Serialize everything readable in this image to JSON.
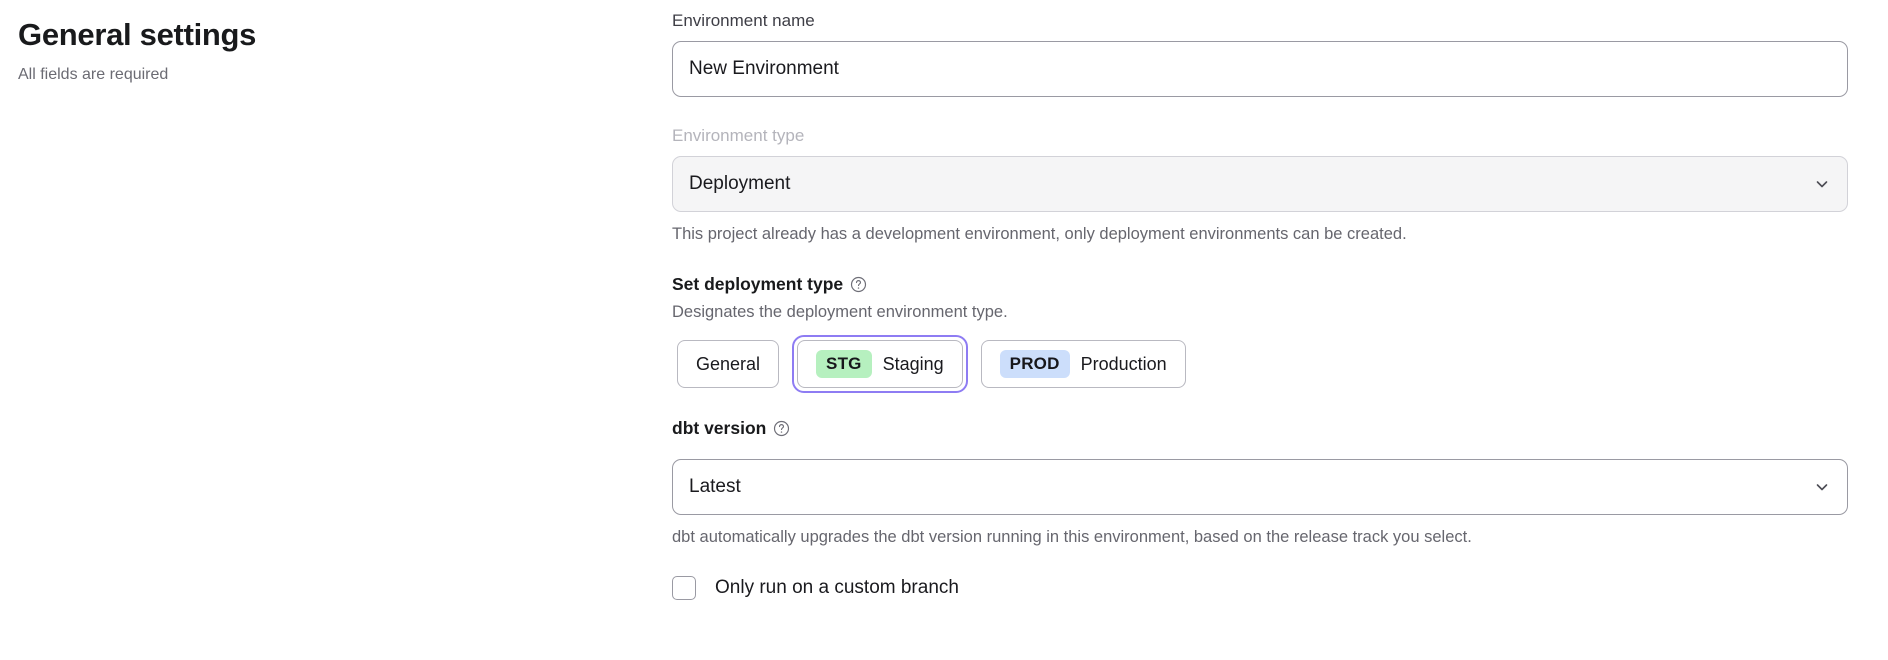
{
  "header": {
    "title": "General settings",
    "subtitle": "All fields are required"
  },
  "form": {
    "environment_name": {
      "label": "Environment name",
      "value": "New Environment",
      "placeholder": "Environment name"
    },
    "environment_type": {
      "label": "Environment type",
      "value": "Deployment",
      "helper": "This project already has a development environment, only deployment environments can be created.",
      "chevron_icon": "chevron-down-icon",
      "disabled": true
    },
    "deployment_type": {
      "label": "Set deployment type",
      "help_icon": "question-circle-icon",
      "description": "Designates the deployment environment type.",
      "options": [
        {
          "badge": "",
          "label": "General",
          "selected": false
        },
        {
          "badge": "STG",
          "label": "Staging",
          "selected": true
        },
        {
          "badge": "PROD",
          "label": "Production",
          "selected": false
        }
      ]
    },
    "dbt_version": {
      "label": "dbt version",
      "help_icon": "question-circle-icon",
      "value": "Latest",
      "helper": "dbt automatically upgrades the dbt version running in this environment, based on the release track you select.",
      "chevron_icon": "chevron-down-icon"
    },
    "custom_branch": {
      "label": "Only run on a custom branch",
      "checked": false
    }
  },
  "colors": {
    "focus_ring": "#8e7cf3",
    "badge_stg_bg": "#b6f0bf",
    "badge_prod_bg": "#ccdefb",
    "text_primary": "#1a1a1e",
    "text_muted": "#66666e",
    "text_disabled": "#b4b4bb",
    "border": "#9a9aa3",
    "disabled_bg": "#f5f5f6"
  }
}
